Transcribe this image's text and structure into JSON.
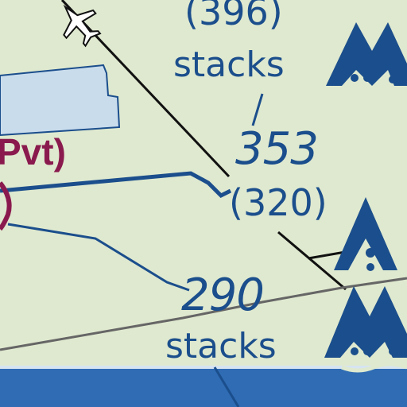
{
  "map": {
    "background_color": "#dfe9cf",
    "water_color": "#2f6cb4",
    "label_color": "#1b4e8c",
    "private_airport_color": "#8a1a4e",
    "route_line_color": "#111111",
    "obstruction_symbol": "tower-group-icon",
    "aircraft_symbol": "airplane-icon"
  },
  "labels": {
    "top_obstruction_msl": "(396)",
    "top_stacks": "stacks",
    "mid_obstruction_msl": "353",
    "mid_obstruction_agl": "(320)",
    "lower_obstruction_msl": "290",
    "lower_stacks": "stacks",
    "private_airport": "Pvt)"
  }
}
